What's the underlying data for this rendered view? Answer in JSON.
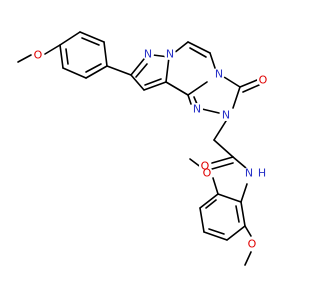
{
  "colors": {
    "background": "#ffffff",
    "bond": "#000000",
    "carbon": "#000000",
    "nitrogen": "#2832c8",
    "oxygen": "#e00000"
  },
  "atoms": {
    "o_methoxy_top": {
      "label": "O",
      "element": "O"
    },
    "n_pyrazole_1": {
      "label": "N",
      "element": "N"
    },
    "n_bridge": {
      "label": "N",
      "element": "N"
    },
    "n_triazole_top": {
      "label": "N",
      "element": "N"
    },
    "o_carbonyl_ring": {
      "label": "O",
      "element": "O"
    },
    "n_triazole_1": {
      "label": "N",
      "element": "N"
    },
    "n_triazole_2": {
      "label": "N",
      "element": "N"
    },
    "o_amide": {
      "label": "O",
      "element": "O"
    },
    "nh_amide": {
      "label": "N",
      "element": "N"
    },
    "h_amide": {
      "label": "H",
      "element": "N"
    },
    "o_methoxy_ortho": {
      "label": "O",
      "element": "O"
    },
    "o_methoxy_meta": {
      "label": "O",
      "element": "O"
    }
  }
}
